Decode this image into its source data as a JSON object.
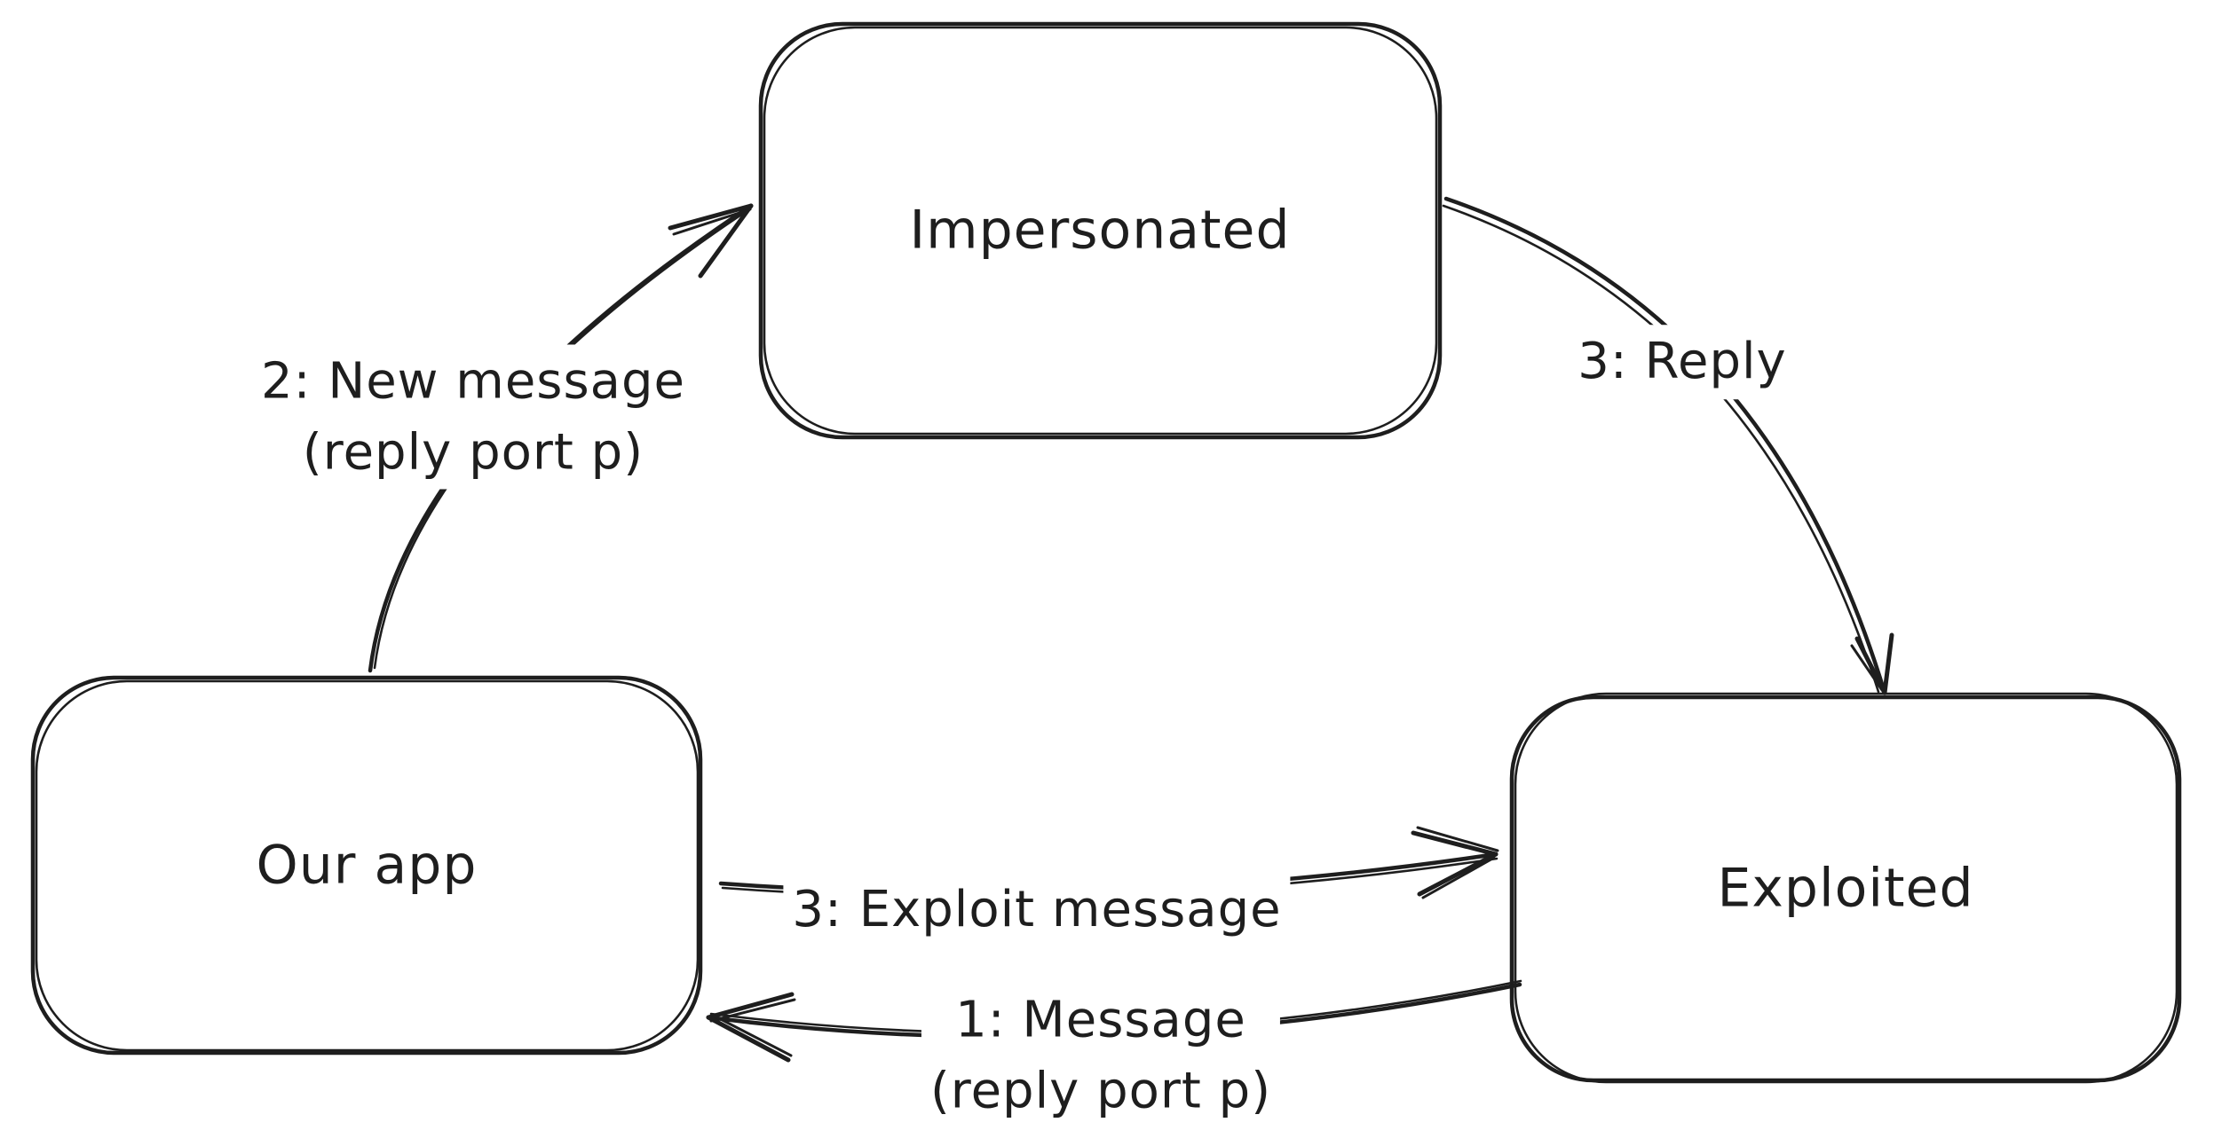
{
  "canvas": {
    "background": "#ffffff",
    "ink_color": "#1e1e1e",
    "style": "hand-drawn sketch"
  },
  "nodes": {
    "impersonated": {
      "label": "Impersonated"
    },
    "our_app": {
      "label": "Our app"
    },
    "exploited": {
      "label": "Exploited"
    }
  },
  "edges": {
    "new_message": {
      "label": "2: New message\n(reply port p)",
      "from": "our_app",
      "to": "impersonated"
    },
    "reply": {
      "label": "3: Reply",
      "from": "impersonated",
      "to": "exploited"
    },
    "exploit_message": {
      "label": "3: Exploit message",
      "from": "our_app",
      "to": "exploited"
    },
    "message": {
      "label": "1: Message\n(reply port p)",
      "from": "exploited",
      "to": "our_app"
    }
  }
}
